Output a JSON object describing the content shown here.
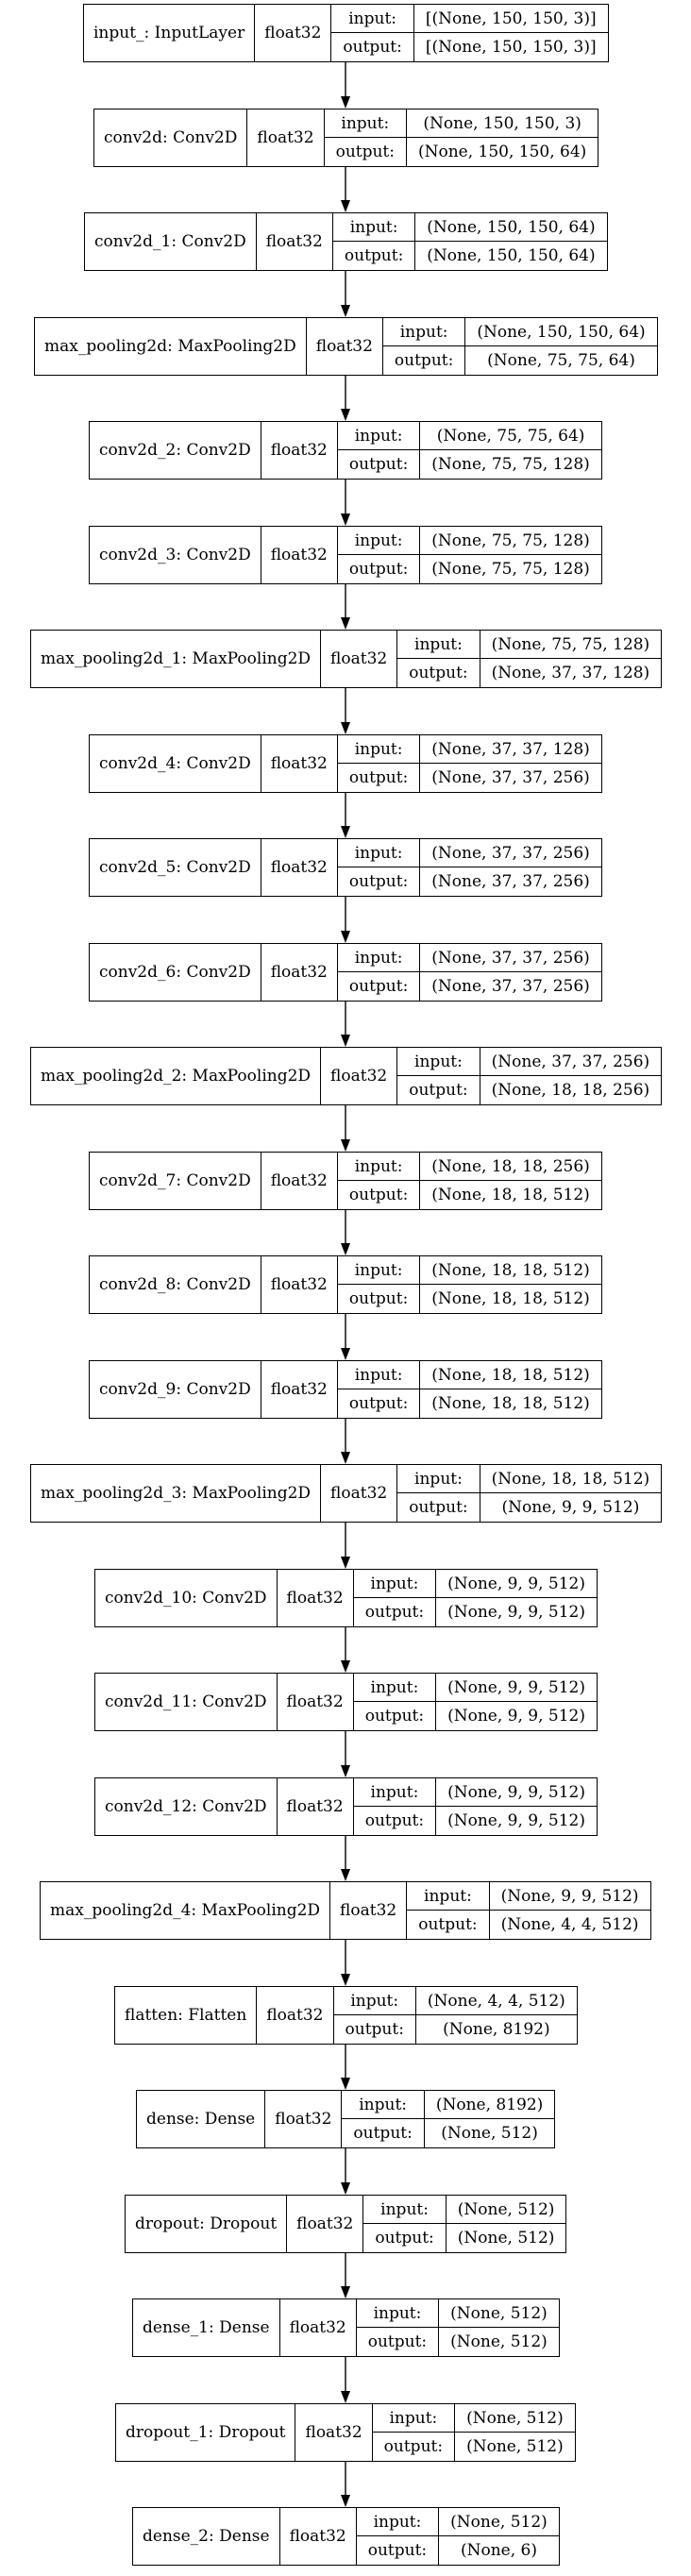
{
  "layers": [
    {
      "name": "input_: InputLayer",
      "dtype": "float32",
      "input_label": "input:",
      "input": "[(None, 150, 150, 3)]",
      "output_label": "output:",
      "output": "[(None, 150, 150, 3)]"
    },
    {
      "name": "conv2d: Conv2D",
      "dtype": "float32",
      "input_label": "input:",
      "input": "(None, 150, 150, 3)",
      "output_label": "output:",
      "output": "(None, 150, 150, 64)"
    },
    {
      "name": "conv2d_1: Conv2D",
      "dtype": "float32",
      "input_label": "input:",
      "input": "(None, 150, 150, 64)",
      "output_label": "output:",
      "output": "(None, 150, 150, 64)"
    },
    {
      "name": "max_pooling2d: MaxPooling2D",
      "dtype": "float32",
      "input_label": "input:",
      "input": "(None, 150, 150, 64)",
      "output_label": "output:",
      "output": "(None, 75, 75, 64)"
    },
    {
      "name": "conv2d_2: Conv2D",
      "dtype": "float32",
      "input_label": "input:",
      "input": "(None, 75, 75, 64)",
      "output_label": "output:",
      "output": "(None, 75, 75, 128)"
    },
    {
      "name": "conv2d_3: Conv2D",
      "dtype": "float32",
      "input_label": "input:",
      "input": "(None, 75, 75, 128)",
      "output_label": "output:",
      "output": "(None, 75, 75, 128)"
    },
    {
      "name": "max_pooling2d_1: MaxPooling2D",
      "dtype": "float32",
      "input_label": "input:",
      "input": "(None, 75, 75, 128)",
      "output_label": "output:",
      "output": "(None, 37, 37, 128)"
    },
    {
      "name": "conv2d_4: Conv2D",
      "dtype": "float32",
      "input_label": "input:",
      "input": "(None, 37, 37, 128)",
      "output_label": "output:",
      "output": "(None, 37, 37, 256)"
    },
    {
      "name": "conv2d_5: Conv2D",
      "dtype": "float32",
      "input_label": "input:",
      "input": "(None, 37, 37, 256)",
      "output_label": "output:",
      "output": "(None, 37, 37, 256)"
    },
    {
      "name": "conv2d_6: Conv2D",
      "dtype": "float32",
      "input_label": "input:",
      "input": "(None, 37, 37, 256)",
      "output_label": "output:",
      "output": "(None, 37, 37, 256)"
    },
    {
      "name": "max_pooling2d_2: MaxPooling2D",
      "dtype": "float32",
      "input_label": "input:",
      "input": "(None, 37, 37, 256)",
      "output_label": "output:",
      "output": "(None, 18, 18, 256)"
    },
    {
      "name": "conv2d_7: Conv2D",
      "dtype": "float32",
      "input_label": "input:",
      "input": "(None, 18, 18, 256)",
      "output_label": "output:",
      "output": "(None, 18, 18, 512)"
    },
    {
      "name": "conv2d_8: Conv2D",
      "dtype": "float32",
      "input_label": "input:",
      "input": "(None, 18, 18, 512)",
      "output_label": "output:",
      "output": "(None, 18, 18, 512)"
    },
    {
      "name": "conv2d_9: Conv2D",
      "dtype": "float32",
      "input_label": "input:",
      "input": "(None, 18, 18, 512)",
      "output_label": "output:",
      "output": "(None, 18, 18, 512)"
    },
    {
      "name": "max_pooling2d_3: MaxPooling2D",
      "dtype": "float32",
      "input_label": "input:",
      "input": "(None, 18, 18, 512)",
      "output_label": "output:",
      "output": "(None, 9, 9, 512)"
    },
    {
      "name": "conv2d_10: Conv2D",
      "dtype": "float32",
      "input_label": "input:",
      "input": "(None, 9, 9, 512)",
      "output_label": "output:",
      "output": "(None, 9, 9, 512)"
    },
    {
      "name": "conv2d_11: Conv2D",
      "dtype": "float32",
      "input_label": "input:",
      "input": "(None, 9, 9, 512)",
      "output_label": "output:",
      "output": "(None, 9, 9, 512)"
    },
    {
      "name": "conv2d_12: Conv2D",
      "dtype": "float32",
      "input_label": "input:",
      "input": "(None, 9, 9, 512)",
      "output_label": "output:",
      "output": "(None, 9, 9, 512)"
    },
    {
      "name": "max_pooling2d_4: MaxPooling2D",
      "dtype": "float32",
      "input_label": "input:",
      "input": "(None, 9, 9, 512)",
      "output_label": "output:",
      "output": "(None, 4, 4, 512)"
    },
    {
      "name": "flatten: Flatten",
      "dtype": "float32",
      "input_label": "input:",
      "input": "(None, 4, 4, 512)",
      "output_label": "output:",
      "output": "(None, 8192)"
    },
    {
      "name": "dense: Dense",
      "dtype": "float32",
      "input_label": "input:",
      "input": "(None, 8192)",
      "output_label": "output:",
      "output": "(None, 512)"
    },
    {
      "name": "dropout: Dropout",
      "dtype": "float32",
      "input_label": "input:",
      "input": "(None, 512)",
      "output_label": "output:",
      "output": "(None, 512)"
    },
    {
      "name": "dense_1: Dense",
      "dtype": "float32",
      "input_label": "input:",
      "input": "(None, 512)",
      "output_label": "output:",
      "output": "(None, 512)"
    },
    {
      "name": "dropout_1: Dropout",
      "dtype": "float32",
      "input_label": "input:",
      "input": "(None, 512)",
      "output_label": "output:",
      "output": "(None, 512)"
    },
    {
      "name": "dense_2: Dense",
      "dtype": "float32",
      "input_label": "input:",
      "input": "(None, 512)",
      "output_label": "output:",
      "output": "(None, 6)"
    }
  ]
}
